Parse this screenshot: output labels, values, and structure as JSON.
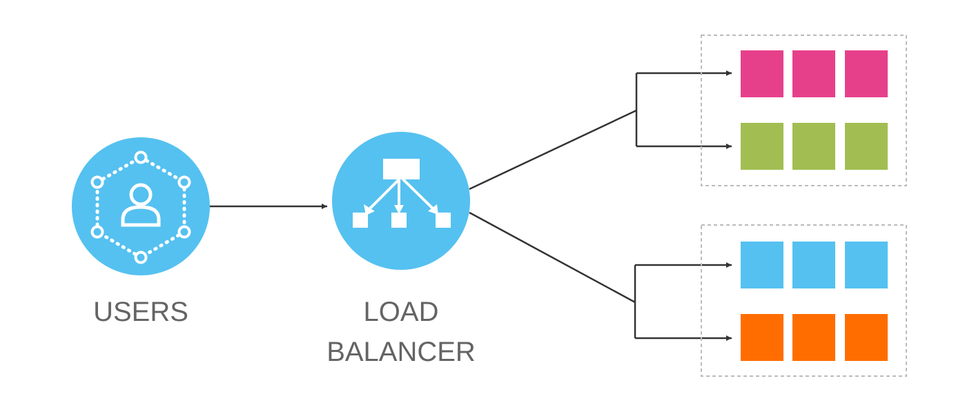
{
  "nodes": {
    "users": {
      "label": "USERS",
      "icon": "users-network-icon"
    },
    "load_balancer": {
      "label_line1": "LOAD",
      "label_line2": "BALANCER",
      "icon": "load-balancer-icon"
    }
  },
  "colors": {
    "node_fill": "#55c1f0",
    "edge": "#333333",
    "label": "#646464",
    "group_border": "#bbbbbb",
    "group1_row1": "#e7408b",
    "group1_row2": "#a2be52",
    "group2_row1": "#55c1f0",
    "group2_row2": "#ff6d00"
  },
  "server_groups": [
    {
      "rows": [
        {
          "color_key": "group1_row1",
          "count": 3
        },
        {
          "color_key": "group1_row2",
          "count": 3
        }
      ]
    },
    {
      "rows": [
        {
          "color_key": "group2_row1",
          "count": 3
        },
        {
          "color_key": "group2_row2",
          "count": 3
        }
      ]
    }
  ]
}
